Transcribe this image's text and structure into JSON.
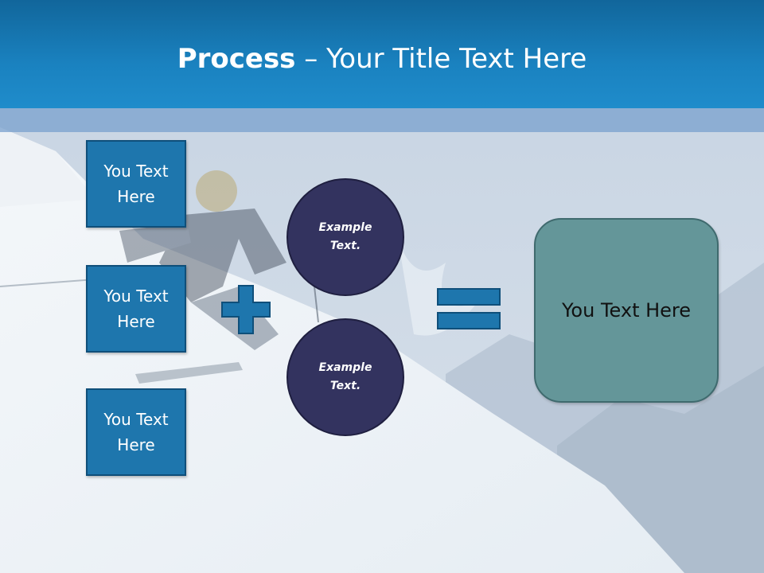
{
  "title": {
    "bold_part": "Process",
    "rest": " – Your Title Text Here"
  },
  "text_boxes": [
    {
      "label": "You Text Here"
    },
    {
      "label": "You Text Here"
    },
    {
      "label": "You Text Here"
    }
  ],
  "circles": [
    {
      "label": "Example Text."
    },
    {
      "label": "Example Text."
    }
  ],
  "result_box": {
    "label": "You Text Here"
  },
  "colors": {
    "header_blue": "#1a82c0",
    "text_box_blue": "#1e76ad",
    "circle_navy": "#33335f",
    "result_teal": "#649699"
  },
  "icons": [
    "plus-icon",
    "equals-icon"
  ],
  "background": "skier-on-snowy-slope-photo"
}
